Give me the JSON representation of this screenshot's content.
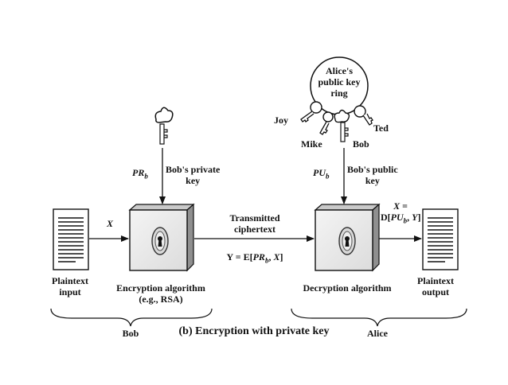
{
  "caption": "(b) Encryption with private key",
  "sender": {
    "group_label": "Bob",
    "plaintext_label": "Plaintext\ninput",
    "algorithm_label": "Encryption algorithm\n(e.g., RSA)",
    "key_symbol": "PR_b",
    "key_label": "Bob's private\nkey",
    "input_symbol": "X"
  },
  "channel": {
    "label": "Transmitted\nciphertext",
    "formula": "Y = E[PR_b, X]"
  },
  "receiver": {
    "group_label": "Alice",
    "plaintext_label": "Plaintext\noutput",
    "algorithm_label": "Decryption algorithm",
    "key_symbol": "PU_b",
    "key_label": "Bob's public\nkey",
    "output_formula": "X =\nD[PU_b, Y]",
    "key_ring": {
      "label": "Alice's\npublic key\nring",
      "keys": [
        "Joy",
        "Mike",
        "Bob",
        "Ted"
      ]
    }
  }
}
